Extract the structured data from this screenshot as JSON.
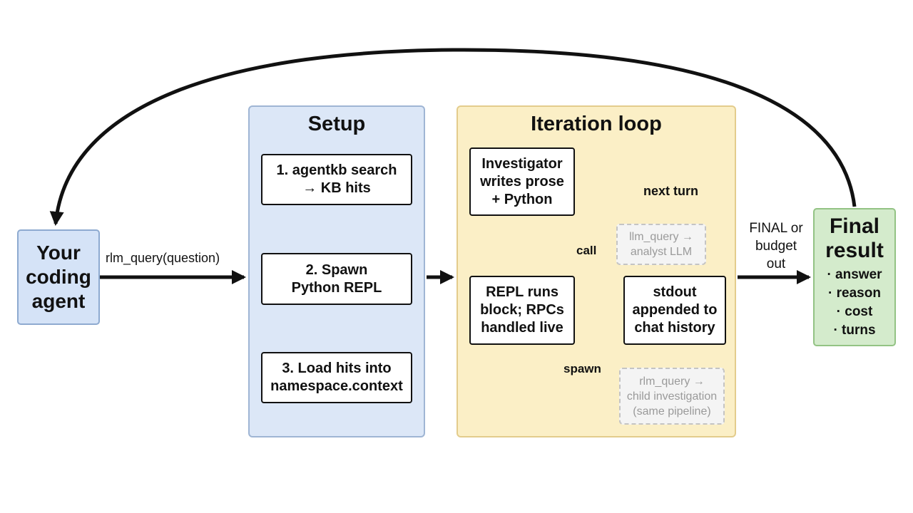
{
  "agent": {
    "label": "Your\ncoding\nagent"
  },
  "edges": {
    "query_label": "rlm_query(question)",
    "final_label": "FINAL or\nbudget\nout",
    "next_turn_label": "next turn",
    "call_label": "call",
    "spawn_label": "spawn"
  },
  "setup": {
    "title": "Setup",
    "steps": [
      "1. agentkb search\n→ KB hits",
      "2. Spawn\nPython REPL",
      "3. Load hits into\nnamespace.context"
    ]
  },
  "loop": {
    "title": "Iteration loop",
    "investigator": "Investigator\nwrites prose\n+ Python",
    "repl": "REPL runs\nblock; RPCs\nhandled live",
    "stdout": "stdout\nappended to\nchat history",
    "llm_call": "llm_query →\nanalyst LLM",
    "child": "rlm_query →\nchild investigation\n(same pipeline)"
  },
  "final": {
    "title": "Final\nresult",
    "items": [
      "· answer",
      "· reason",
      "· cost",
      "· turns"
    ]
  },
  "colors": {
    "setup_fill": "#dce7f7",
    "loop_fill": "#fbefc6",
    "agent_fill": "#d5e3f7",
    "final_fill": "#d4ebcc",
    "arrow": "#111111",
    "ghost": "#c4c4c4"
  }
}
